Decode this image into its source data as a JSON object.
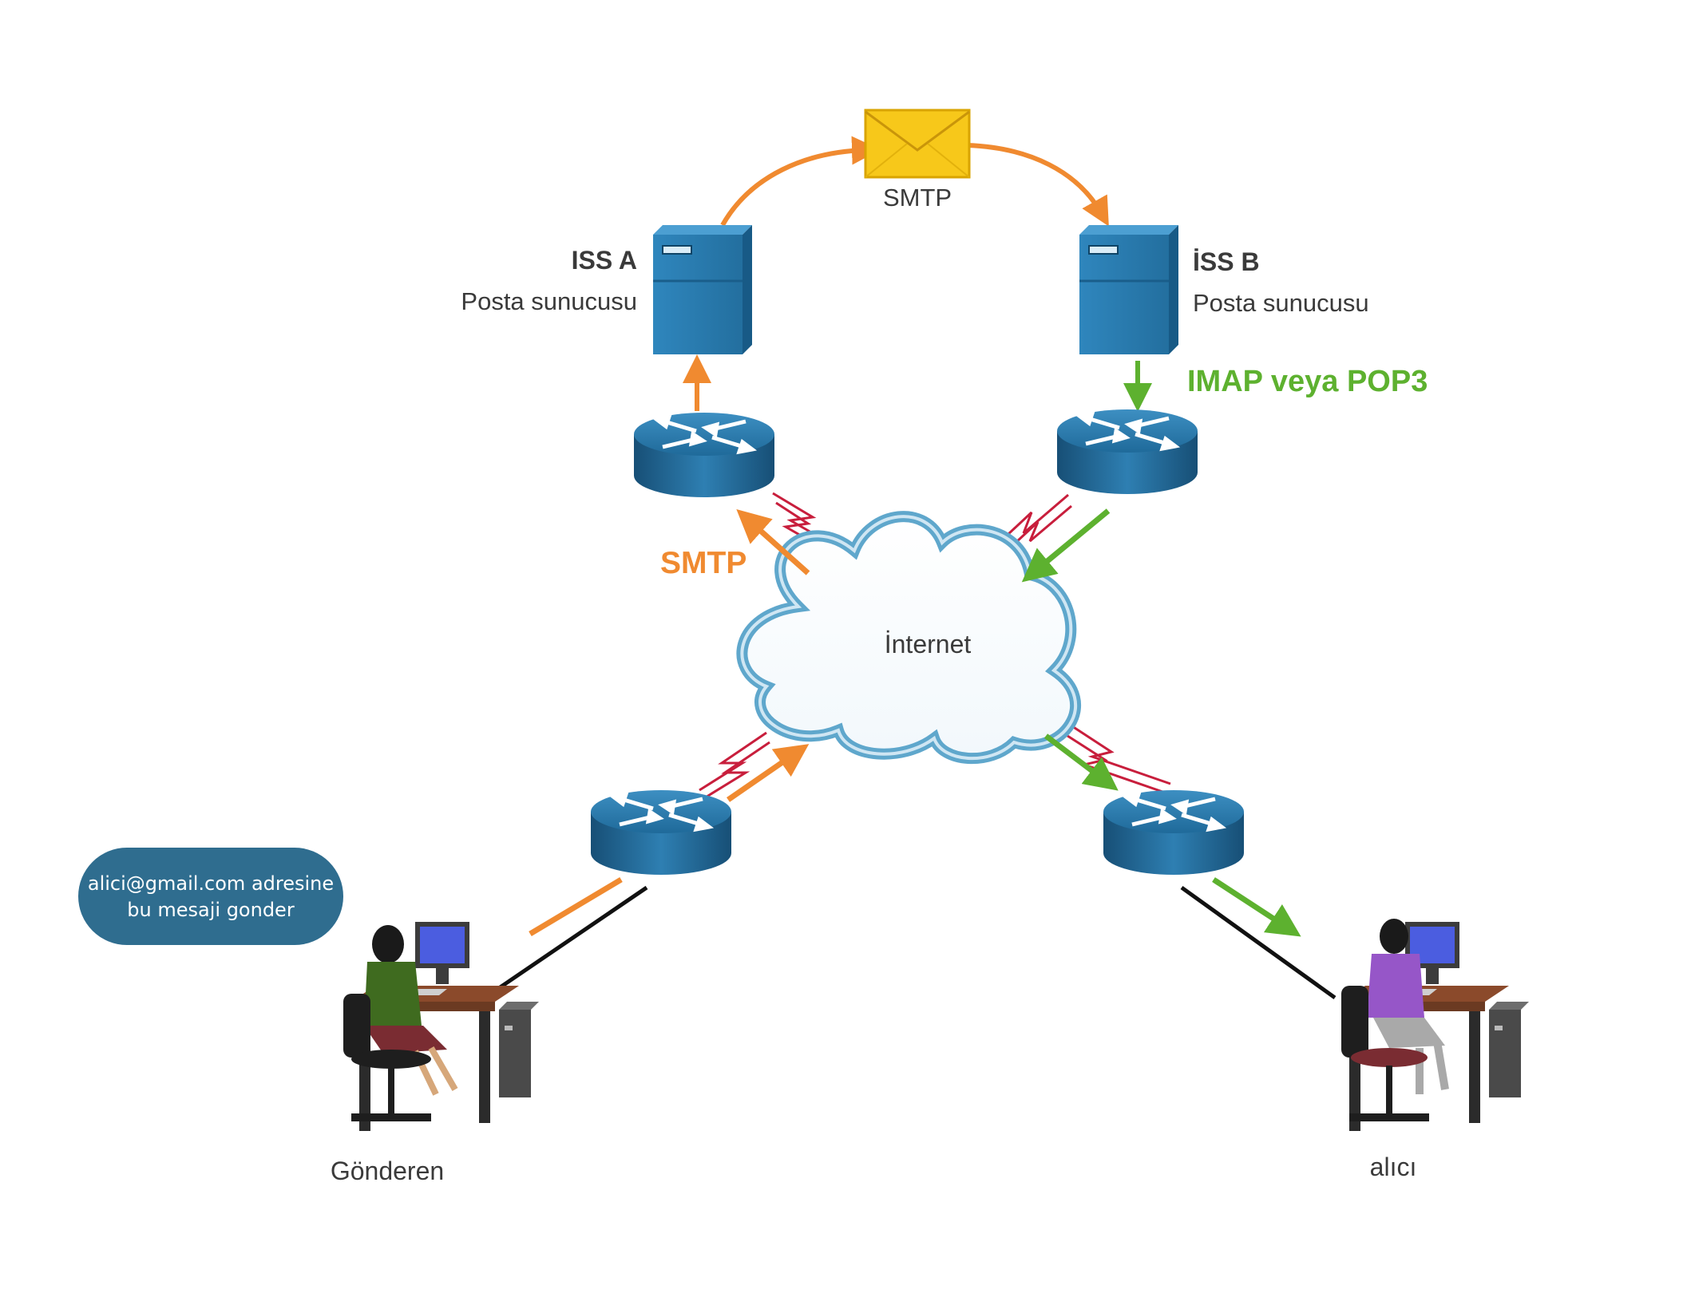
{
  "colors": {
    "background": "#ffffff",
    "smtp_arrow": "#f08a30",
    "imap_arrow": "#5db12f",
    "serial_link": "#c81e3c",
    "device_blue": "#2a7ab0",
    "device_dark": "#1c5f8c",
    "cloud_stroke": "#5fa7cc",
    "bubble": "#2f6d8f",
    "envelope": "#f7c81a",
    "label_text": "#3a3a3a"
  },
  "top_flow": {
    "envelope_icon": "envelope-icon",
    "label": "SMTP"
  },
  "server_a": {
    "name": "ISS A",
    "role": "Posta sunucusu",
    "icon": "server-icon"
  },
  "server_b": {
    "name": "İSS B",
    "role": "Posta sunucusu",
    "icon": "server-icon"
  },
  "imap_label": "IMAP veya POP3",
  "smtp_label": "SMTP",
  "cloud": {
    "label": "İnternet",
    "icon": "cloud-icon"
  },
  "routers": {
    "icon": "router-icon"
  },
  "sender": {
    "label": "Gönderen",
    "icon": "person-at-computer-icon",
    "bubble_lines": [
      "alici@gmail.com adresine",
      "bu mesaji gonder"
    ]
  },
  "receiver": {
    "label": "alıcı",
    "icon": "person-at-computer-icon"
  }
}
